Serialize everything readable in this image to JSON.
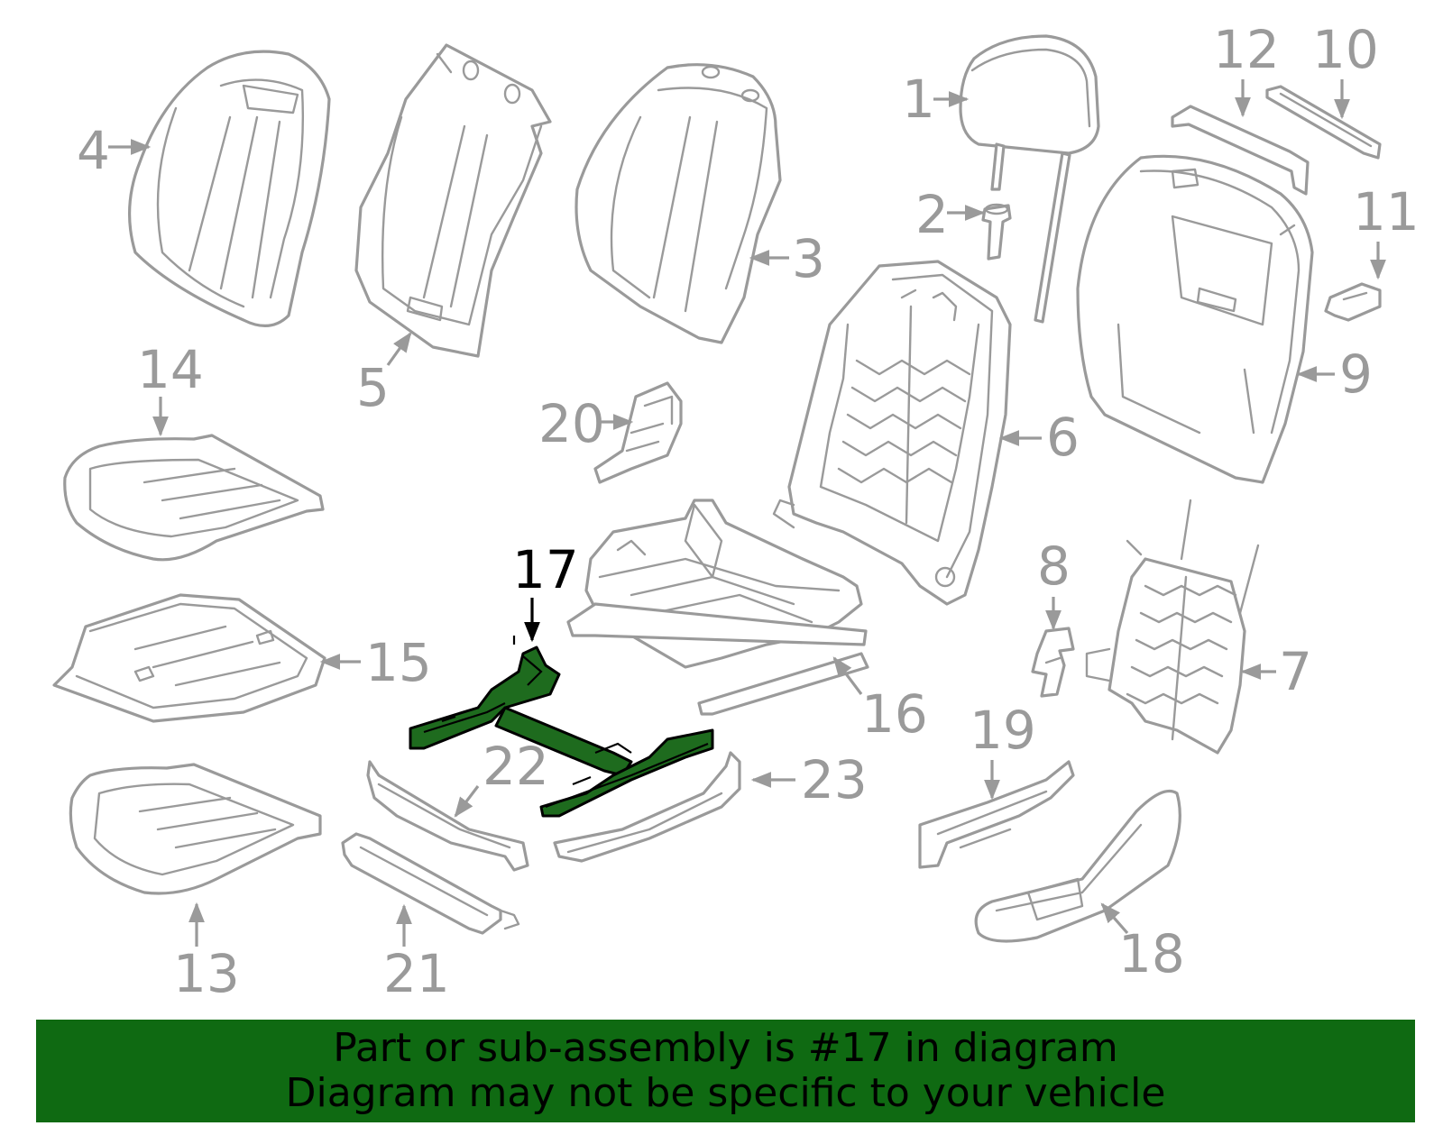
{
  "banner": {
    "line1": "Part or sub-assembly is #17 in diagram",
    "line2": "Diagram may not be specific to your vehicle",
    "color": "#0f6a12"
  },
  "highlight_color": "#1e6b1e",
  "highlighted_part": "17",
  "callouts": {
    "c1": "1",
    "c2": "2",
    "c3": "3",
    "c4": "4",
    "c5": "5",
    "c6": "6",
    "c7": "7",
    "c8": "8",
    "c9": "9",
    "c10": "10",
    "c11": "11",
    "c12": "12",
    "c13": "13",
    "c14": "14",
    "c15": "15",
    "c16": "16",
    "c17": "17",
    "c18": "18",
    "c19": "19",
    "c20": "20",
    "c21": "21",
    "c22": "22",
    "c23": "23"
  }
}
